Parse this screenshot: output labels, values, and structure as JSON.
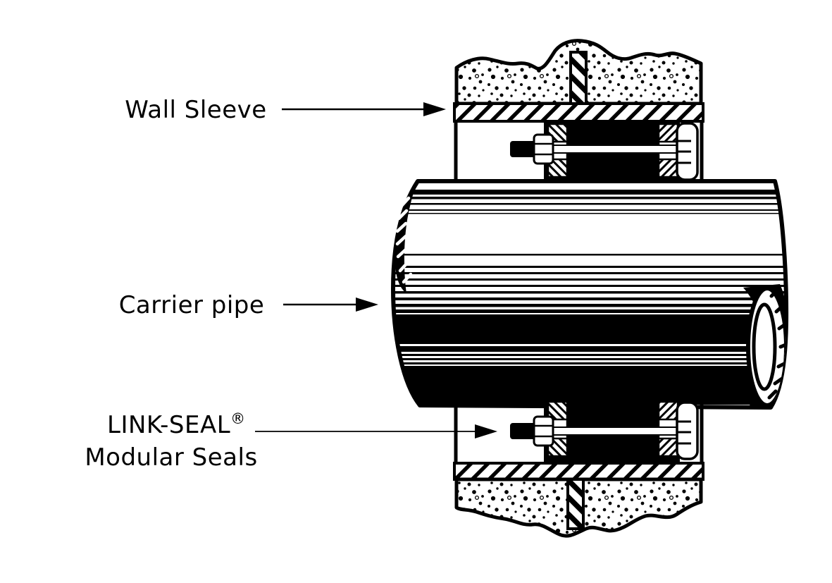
{
  "figure": {
    "background": "#ffffff",
    "ink": "#000000",
    "labels": {
      "wall_sleeve": "Wall Sleeve",
      "carrier_pipe": "Carrier pipe",
      "link_seal_name": "LINK-SEAL",
      "link_seal_reg_mark": "®",
      "link_seal_line2": "Modular Seals"
    }
  }
}
